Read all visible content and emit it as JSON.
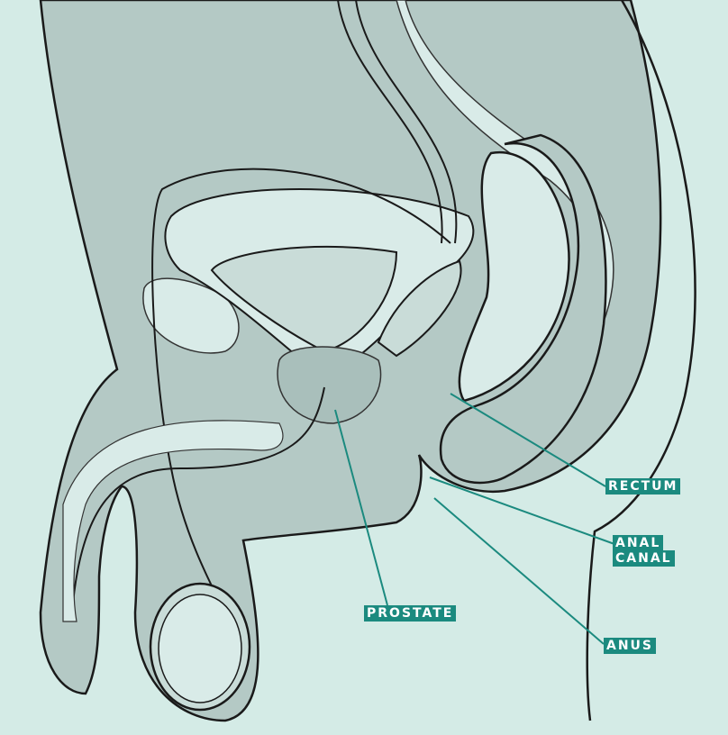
{
  "title": "Male pelvic anatomy (sagittal section)",
  "labels": {
    "rectum": "RECTUM",
    "anal_canal_1": "ANAL",
    "anal_canal_2": "CANAL",
    "prostate": "PROSTATE",
    "anus": "ANUS"
  },
  "colors": {
    "background": "#d4ebe6",
    "tissue": "#b4c9c5",
    "organ": "#c9dcd8",
    "label": "#1b8a7f",
    "outline": "#1a1a1a"
  }
}
